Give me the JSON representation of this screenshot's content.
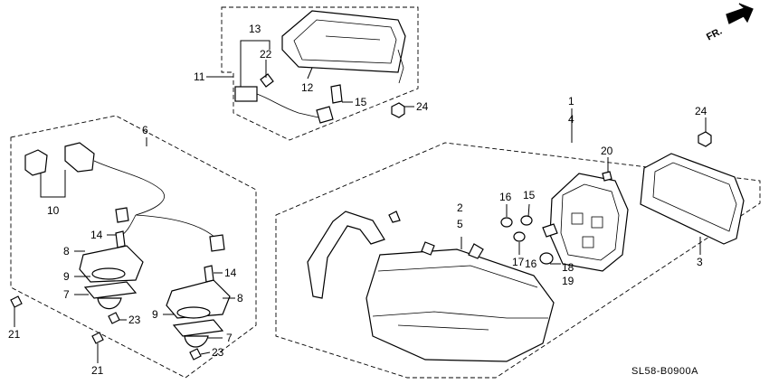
{
  "diagram": {
    "code": "SL58-B0900A",
    "direction_label": "FR.",
    "labels": {
      "l1": "1",
      "l2": "2",
      "l3": "3",
      "l4": "4",
      "l5": "5",
      "l6": "6",
      "l7a": "7",
      "l7b": "7",
      "l8a": "8",
      "l8b": "8",
      "l9a": "9",
      "l9b": "9",
      "l10": "10",
      "l11": "11",
      "l12": "12",
      "l13": "13",
      "l14a": "14",
      "l14b": "14",
      "l15a": "15",
      "l15b": "15",
      "l16a": "16",
      "l16b": "16",
      "l17": "17",
      "l18": "18",
      "l19": "19",
      "l20": "20",
      "l21a": "21",
      "l21b": "21",
      "l22": "22",
      "l23a": "23",
      "l23b": "23",
      "l24a": "24",
      "l24b": "24"
    }
  }
}
